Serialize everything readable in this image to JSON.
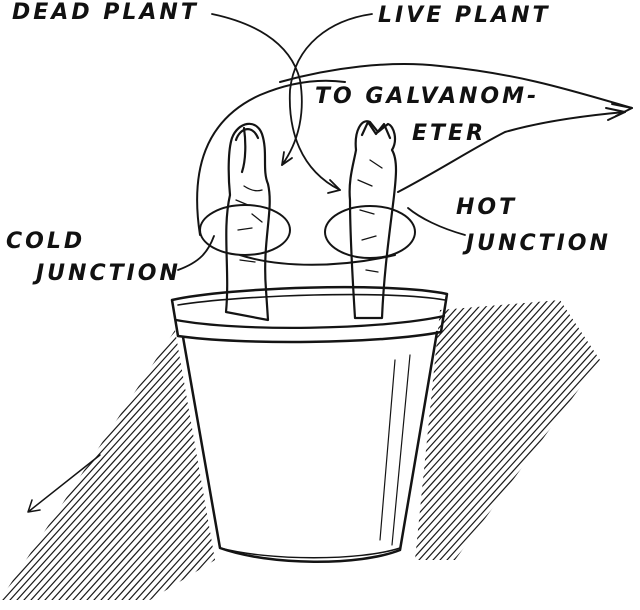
{
  "labels": {
    "dead_plant": "DEAD PLANT",
    "live_plant": "LIVE PLANT",
    "galvanometer_line1": "TO GALVANOM-",
    "galvanometer_line2": "ETER",
    "hot_junction_line1": "HOT",
    "hot_junction_line2": "JUNCTION",
    "cold_junction_line1": "COLD",
    "cold_junction_line2": "JUNCTION"
  }
}
